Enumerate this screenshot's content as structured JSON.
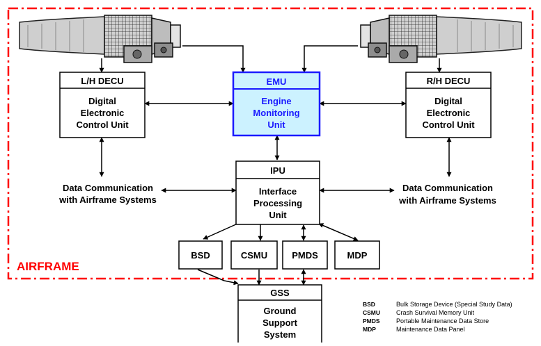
{
  "frame_label": "AIRFRAME",
  "colors": {
    "frame": "#ff0000",
    "emu_border": "#1a1aff",
    "emu_fill": "#ccf2ff",
    "emu_text": "#1a1aff",
    "line": "#000000"
  },
  "engines": {
    "left": {
      "icon": "engine-icon"
    },
    "right": {
      "icon": "engine-icon"
    }
  },
  "lh_decu": {
    "title": "L/H DECU",
    "lines": [
      "Digital",
      "Electronic",
      "Control Unit"
    ]
  },
  "rh_decu": {
    "title": "R/H DECU",
    "lines": [
      "Digital",
      "Electronic",
      "Control Unit"
    ]
  },
  "emu": {
    "title": "EMU",
    "lines": [
      "Engine",
      "Monitoring",
      "Unit"
    ]
  },
  "ipu": {
    "title": "IPU",
    "lines": [
      "Interface",
      "Processing",
      "Unit"
    ]
  },
  "data_comm_left": {
    "lines": [
      "Data Communication",
      "with Airframe Systems"
    ]
  },
  "data_comm_right": {
    "lines": [
      "Data Communication",
      "with Airframe Systems"
    ]
  },
  "units": {
    "bsd": "BSD",
    "csmu": "CSMU",
    "pmds": "PMDS",
    "mdp": "MDP"
  },
  "gss": {
    "title": "GSS",
    "lines": [
      "Ground",
      "Support",
      "System"
    ]
  },
  "legend": [
    {
      "abbr": "BSD",
      "desc": "Bulk Storage Device (Special Study Data)"
    },
    {
      "abbr": "CSMU",
      "desc": "Crash Survival Memory Unit"
    },
    {
      "abbr": "PMDS",
      "desc": "Portable Maintenance Data Store"
    },
    {
      "abbr": "MDP",
      "desc": "Maintenance Data Panel"
    }
  ]
}
